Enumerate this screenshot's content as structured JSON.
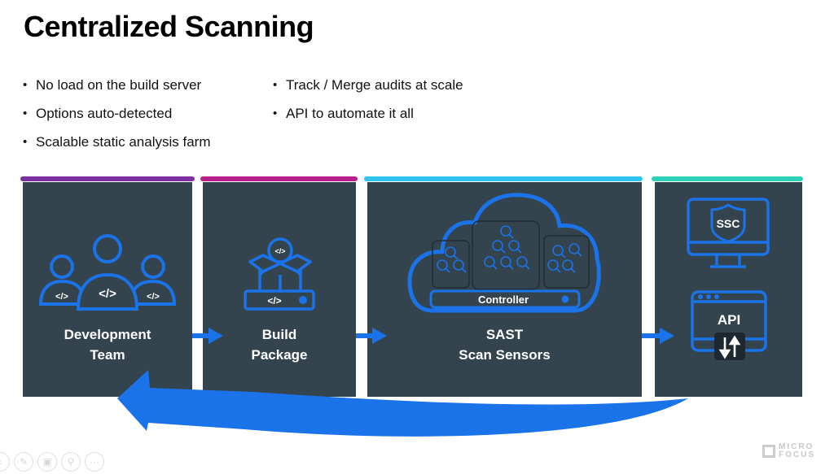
{
  "slide": {
    "title": "Centralized Scanning",
    "bullets_left": [
      "No load on the build server",
      "Options auto-detected",
      "Scalable static analysis farm"
    ],
    "bullets_right": [
      "Track / Merge audits at scale",
      "API to automate it all"
    ]
  },
  "colors": {
    "panel_bg": "#34444e",
    "accent_blue": "#1a73e8",
    "bar_dev": "#7b2fa3",
    "bar_build": "#b81e8c",
    "bar_sast": "#2ec4ef",
    "bar_ssc": "#2ed1b8"
  },
  "diagram": {
    "stages": [
      {
        "id": "dev",
        "line1": "Development",
        "line2": "Team",
        "icon": "developer-team-icon"
      },
      {
        "id": "build",
        "line1": "Build",
        "line2": "Package",
        "icon": "code-package-icon"
      },
      {
        "id": "sast",
        "line1": "SAST",
        "line2": "Scan Sensors",
        "icon": "cloud-scan-sensors-icon",
        "controller_label": "Controller"
      },
      {
        "id": "ssc",
        "monitor_label": "SSC",
        "api_label": "API",
        "icon": "ssc-monitor-icon"
      }
    ],
    "code_glyph": "</>",
    "api_arrows_glyph": "↓↑",
    "return_arrow": "feedback-return-arrow"
  },
  "toolbar": {
    "buttons": [
      "previous",
      "pen",
      "slides",
      "zoom",
      "more"
    ],
    "more_glyph": "···"
  },
  "branding": {
    "logo_line1": "MICRO",
    "logo_line2": "FOCUS"
  }
}
